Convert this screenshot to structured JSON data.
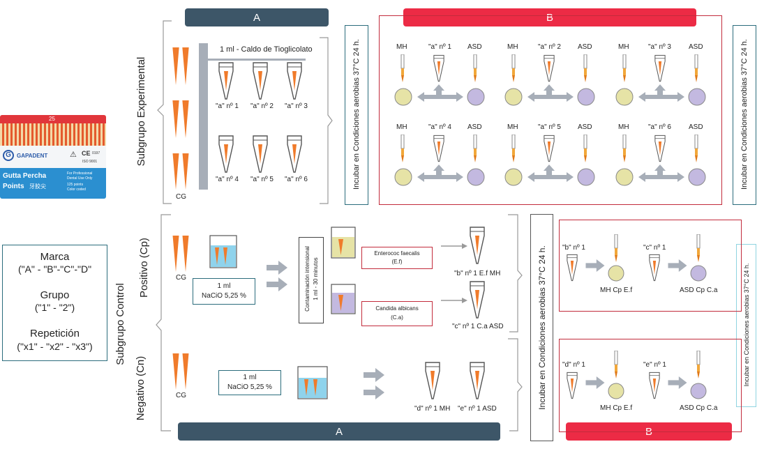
{
  "bars": {
    "a_top": "A",
    "b_top": "B",
    "a_bottom": "A",
    "b_bottom": "B"
  },
  "product_box": {
    "brand": "GAPADENT",
    "title_line1": "Gutta Percha",
    "title_line2": "Points",
    "size_number": "25",
    "sub1": "For Professional",
    "sub2": "Dental Use Only",
    "sub3": "125 points",
    "sub4": "Color coded",
    "cert1": "0197",
    "cert2": "ISO 9001"
  },
  "legend": {
    "marca": "Marca",
    "marca_values": "(\"A\" - \"B\"-\"C\"-\"D\"",
    "grupo": "Grupo",
    "grupo_values": "(\"1\" - \"2\")",
    "repeticion": "Repetición",
    "repeticion_values": "(\"x1\" - \"x2\" - \"x3\")"
  },
  "vertical_labels": {
    "subgrupo_experimental": "Subgrupo Experimental",
    "subgrupo_control": "Subgrupo Control",
    "positivo": "Positivo (Cp)",
    "negativo": "Negativo (Cn)",
    "incubar_1": "Incubar en Condiciones aerobias 37°C 24 h.",
    "incubar_2": "Incubar en Condiciones aerobias 37°C 24 h.",
    "incubar_3": "Incubar en Condiciones aerobias 37°C 24 h.",
    "incubar_4": "Incubar en Condiciones aerobias 37°C 24 h.",
    "contaminacion_1": "Contaminación intensional",
    "contaminacion_2": "1 ml - 30 minutos"
  },
  "experimental": {
    "caldo": "1 ml - Caldo de Tioglicolato",
    "cg": "CG",
    "tubes": [
      "\"a\" nº 1",
      "\"a\" nº 2",
      "\"a\" nº 3",
      "\"a\" nº 4",
      "\"a\" nº 5",
      "\"a\" nº 6"
    ]
  },
  "plates": {
    "mh": "MH",
    "asd": "ASD",
    "tubes": [
      "\"a\" nº 1",
      "\"a\" nº 2",
      "\"a\" nº 3",
      "\"a\" nº 4",
      "\"a\" nº 5",
      "\"a\" nº 6"
    ]
  },
  "positive": {
    "cg": "CG",
    "naclo_1": "1 ml",
    "naclo_2": "NaCiO 5,25 %",
    "ef_1": "Enterococ faecalis",
    "ef_2": "(E.f)",
    "ca_1": "Candida albicans",
    "ca_2": "(C.a)",
    "tube_b": "\"b\" nº 1 E.f MH",
    "tube_c": "\"c\" nº 1 C.a ASD"
  },
  "negative": {
    "cg": "CG",
    "naclo_1": "1 ml",
    "naclo_2": "NaCiO 5,25 %",
    "tube_d": "\"d\" nº 1 MH",
    "tube_e": "\"e\" nº 1 ASD"
  },
  "b_positive": {
    "b_label": "\"b\" nº 1",
    "c_label": "\"c\" nº 1",
    "mh_label": "MH Cp E.f",
    "asd_label": "ASD Cp C.a"
  },
  "b_negative": {
    "d_label": "\"d\" nº 1",
    "e_label": "\"e\" nº 1",
    "mh_label": "MH Cp E.f",
    "asd_label": "ASD Cp C.a"
  },
  "colors": {
    "navy": "#3d5668",
    "red": "#ec2b45",
    "orange": "#f07b2b",
    "plate_mh": "#e6e3a6",
    "plate_asd": "#c3b9e0",
    "arrow_gray": "#a7aeb8",
    "teal_border": "#2b6c7c"
  }
}
